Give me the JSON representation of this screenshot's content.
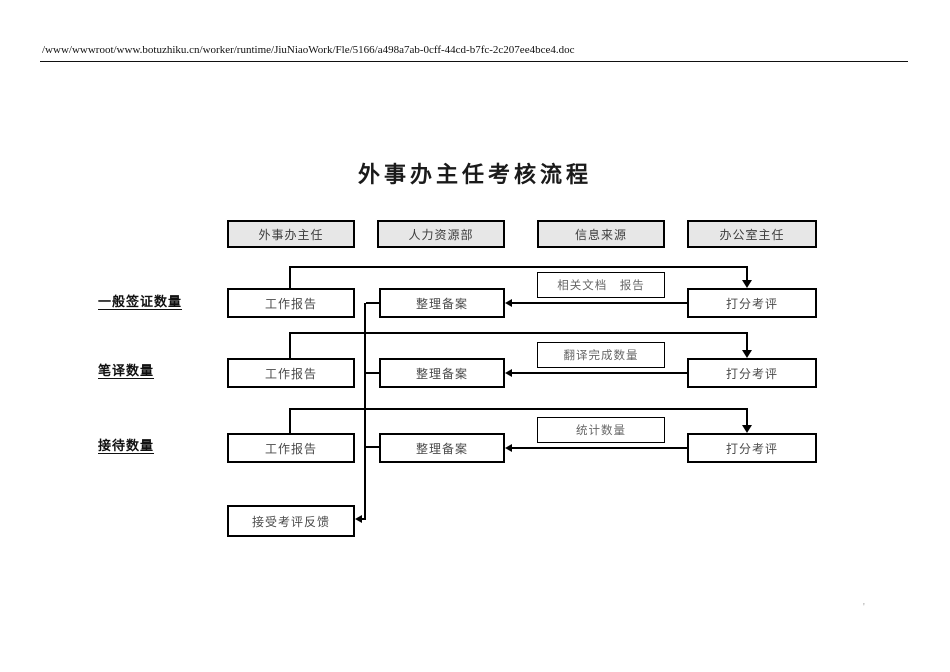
{
  "page": {
    "file_path": "/www/wwwroot/www.botuzhiku.cn/worker/runtime/JiuNiaoWork/Fle/5166/a498a7ab-0cff-44cd-b7fc-2c207ee4bce4.doc",
    "artifact": "'"
  },
  "diagram": {
    "title": "外事办主任考核流程",
    "lanes": [
      "外事办主任",
      "人力资源部",
      "信息来源",
      "办公室主任"
    ],
    "rows": [
      {
        "label": "一般签证数量",
        "report": "工作报告",
        "archive": "整理备案",
        "info": "相关文档　报告",
        "score": "打分考评"
      },
      {
        "label": "笔译数量",
        "report": "工作报告",
        "archive": "整理备案",
        "info": "翻译完成数量",
        "score": "打分考评"
      },
      {
        "label": "接待数量",
        "report": "工作报告",
        "archive": "整理备案",
        "info": "统计数量",
        "score": "打分考评"
      }
    ],
    "feedback": "接受考评反馈"
  }
}
